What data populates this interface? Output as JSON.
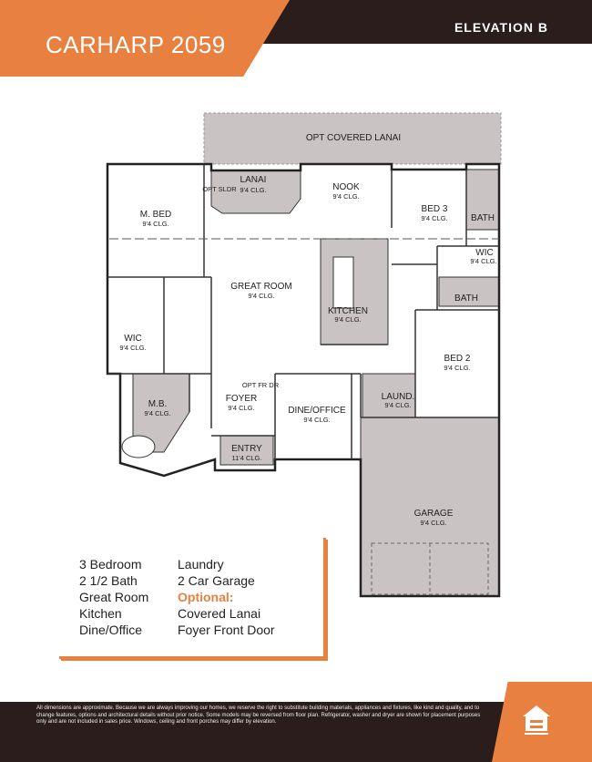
{
  "header": {
    "title_name": "CARHARP",
    "title_number": "2059",
    "elevation": "ELEVATION B"
  },
  "rooms": {
    "opt_lanai": "OPT COVERED LANAI",
    "lanai": "LANAI",
    "lanai_clg": "9'4 CLG.",
    "m_bed": "M. BED",
    "m_bed_clg": "9'4 CLG.",
    "nook": "NOOK",
    "nook_clg": "9'4 CLG.",
    "bed3": "BED 3",
    "bed3_clg": "9'4 CLG.",
    "bath1": "BATH",
    "wic_right": "WIC",
    "wic_right_clg": "9'4 CLG.",
    "great_room": "GREAT ROOM",
    "great_room_clg": "9'4 CLG.",
    "kitchen": "KITCHEN",
    "kitchen_clg": "9'4 CLG.",
    "bath2": "BATH",
    "wic_left": "WIC",
    "wic_left_clg": "9'4 CLG.",
    "bed2": "BED 2",
    "bed2_clg": "9'4 CLG.",
    "mb": "M.B.",
    "mb_clg": "9'4 CLG.",
    "foyer": "FOYER",
    "foyer_clg": "9'4 CLG.",
    "dine": "DINE/OFFICE",
    "dine_clg": "9'4 CLG.",
    "laund": "LAUND.",
    "laund_clg": "9'4 CLG.",
    "entry": "ENTRY",
    "entry_clg": "11'4 CLG.",
    "garage": "GARAGE",
    "garage_clg": "9'4 CLG.",
    "opt_slider": "OPT SLDR",
    "opt_fr_door": "OPT FR DR"
  },
  "features": {
    "col1": [
      "3 Bedroom",
      "2 1/2 Bath",
      "Great Room",
      "Kitchen",
      "Dine/Office"
    ],
    "col2_a": "Laundry",
    "col2_b": "2 Car Garage",
    "optional_label": "Optional:",
    "col2_c": "Covered Lanai",
    "col2_d": "Foyer Front Door"
  },
  "footer": {
    "disclaimer": "All dimensions are approximate. Because we are always improving our homes, we reserve the right to substitute building materials, appliances and fixtures, like kind and quality, and to change features, options and architectural details without prior notice. Some models may be reversed from floor plan. Refrigerator, washer and dryer are shown for placement purposes only and are not included in sales price. Windows, ceiling and front porches may differ by elevation.",
    "eho_icon": "equal-housing-opportunity-icon"
  },
  "colors": {
    "accent": "#e8813f",
    "dark": "#2a1d1c",
    "room_fill": "#c9c4c3"
  }
}
